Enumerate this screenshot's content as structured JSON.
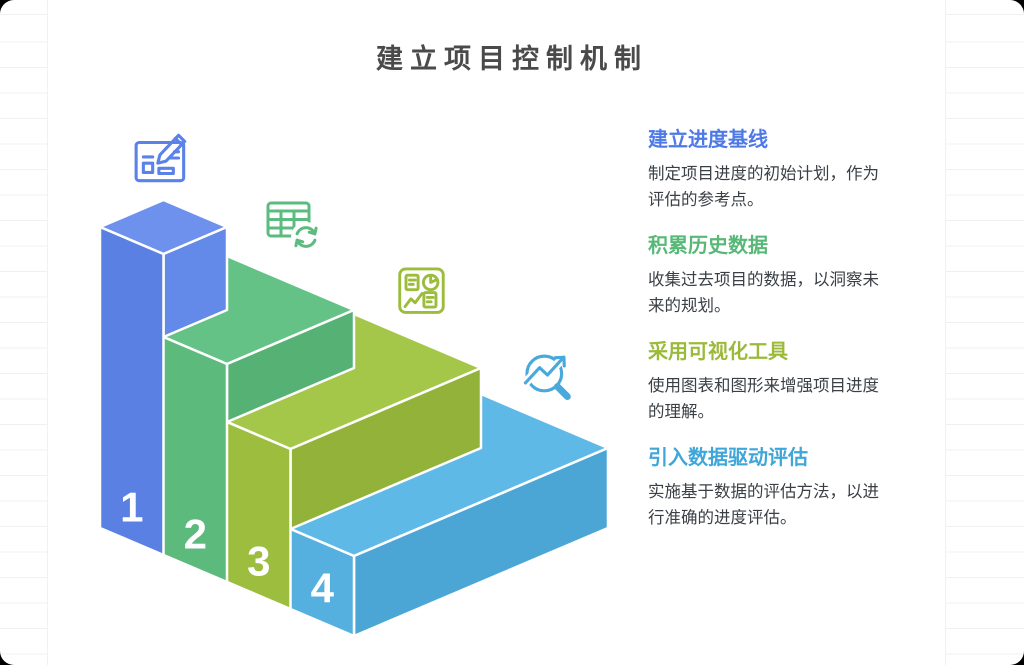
{
  "title": "建立项目控制机制",
  "theme": {
    "page_background": "#000000",
    "card_background": "#ffffff",
    "title_color": "#4a4a4a",
    "body_text_color": "#3b4046",
    "rule_line_color": "#eef0f3",
    "seam_stroke_color": "#ffffff"
  },
  "steps": [
    {
      "label": "1",
      "front": "#5b80e3",
      "top": "#6d91ec",
      "side": "#6389e9"
    },
    {
      "label": "2",
      "front": "#5cba7d",
      "top": "#64c287",
      "side": "#55b274"
    },
    {
      "label": "3",
      "front": "#9cbd3d",
      "top": "#a4c749",
      "side": "#93b239"
    },
    {
      "label": "4",
      "front": "#55afdf",
      "top": "#5fb9e7",
      "side": "#4ba6d6"
    }
  ],
  "icons": [
    {
      "name": "plan-edit-icon",
      "color": "#5b82e8"
    },
    {
      "name": "table-sync-icon",
      "color": "#5cbc80"
    },
    {
      "name": "dashboard-icon",
      "color": "#9cbc3c"
    },
    {
      "name": "trend-search-icon",
      "color": "#49a9dc"
    }
  ],
  "sections": [
    {
      "heading": "建立进度基线",
      "color": "#4e79e6",
      "body": "制定项目进度的初始计划，作为评估的参考点。"
    },
    {
      "heading": "积累历史数据",
      "color": "#57b878",
      "body": "收集过去项目的数据，以洞察未来的规划。"
    },
    {
      "heading": "采用可视化工具",
      "color": "#9cba3a",
      "body": "使用图表和图形来增强项目进度的理解。"
    },
    {
      "heading": "引入数据驱动评估",
      "color": "#3ea6d9",
      "body": "实施基于数据的评估方法，以进行准确的进度评估。"
    }
  ]
}
